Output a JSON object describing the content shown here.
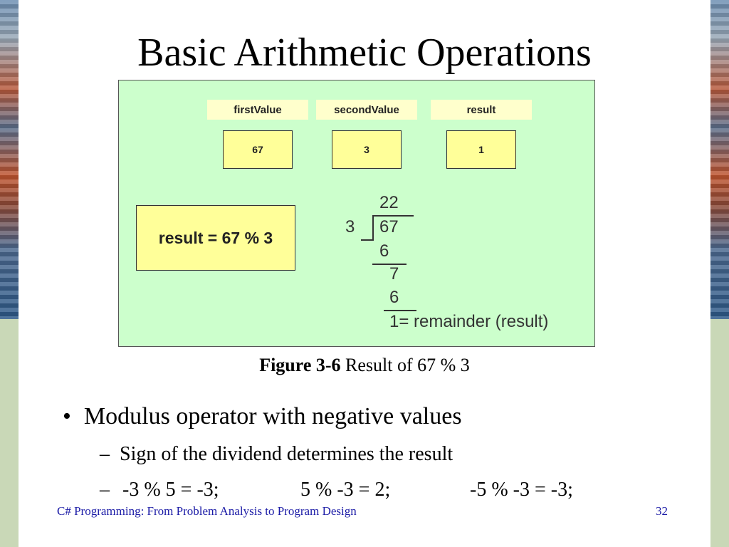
{
  "slide": {
    "title": "Basic Arithmetic Operations",
    "figure": {
      "labels": {
        "first": "firstValue",
        "second": "secondValue",
        "result": "result"
      },
      "values": {
        "first": "67",
        "second": "3",
        "result": "1"
      },
      "expression": "result = 67 % 3",
      "division": {
        "divisor": "3",
        "quotient": "22",
        "dividend": "67",
        "step1": "6",
        "step2": "7",
        "step3": "6",
        "remainder_text": "1= remainder (result)"
      }
    },
    "caption": {
      "bold": "Figure 3-6",
      "text": " Result of 67 % 3"
    },
    "bullets": {
      "main": "Modulus operator with negative values",
      "bullet_char": "•",
      "dash": "–",
      "sub1": "Sign of the dividend determines the result",
      "sub2_items": [
        "-3 % 5 = -3;",
        "5 % -3 = 2;",
        "-5 % -3 = -3;"
      ]
    },
    "footer": {
      "left": "C# Programming: From Problem Analysis to Program Design",
      "page": "32"
    }
  }
}
